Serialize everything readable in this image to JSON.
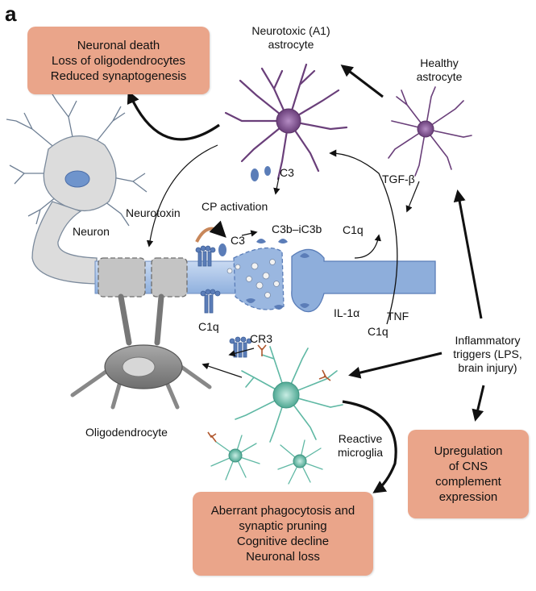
{
  "panel_label": "a",
  "labels": {
    "a1_astrocyte": [
      "Neurotoxic (A1)",
      "astrocyte"
    ],
    "healthy_astrocyte": [
      "Healthy",
      "astrocyte"
    ],
    "neuron": "Neuron",
    "neurotoxin": "Neurotoxin",
    "cp_activation": "CP activation",
    "c3_top": "C3",
    "c3_mid": "C3",
    "c3b_ic3b": "C3b–iC3b",
    "c1q_right": "C1q",
    "c1q_left": "C1q",
    "tgf_beta": "TGF-β",
    "il1a": "IL-1α",
    "tnf": "TNF",
    "c1q_low": "C1q",
    "cr3": "CR3",
    "oligodendrocyte": "Oligodendrocyte",
    "reactive_microglia": [
      "Reactive",
      "microglia"
    ],
    "inflammatory_triggers": [
      "Inflammatory",
      "triggers (LPS,",
      "brain injury)"
    ]
  },
  "boxes": {
    "neuronal_death": [
      "Neuronal death",
      "Loss of oligodendrocytes",
      "Reduced synaptogenesis"
    ],
    "upregulation": [
      "Upregulation",
      "of CNS",
      "complement",
      "expression"
    ],
    "aberrant": [
      "Aberrant phagocytosis and",
      "synaptic pruning",
      "Cognitive decline",
      "Neuronal loss"
    ]
  },
  "colors": {
    "box_fill": "#eaa58a",
    "astrocyte": "#7a4a88",
    "microglia": "#5fb8a4",
    "axon": "#aac4e8",
    "neuron_body": "#d8d8d8",
    "oligodendrocyte": "#8a8a8a",
    "complement": "#5b7db8"
  }
}
